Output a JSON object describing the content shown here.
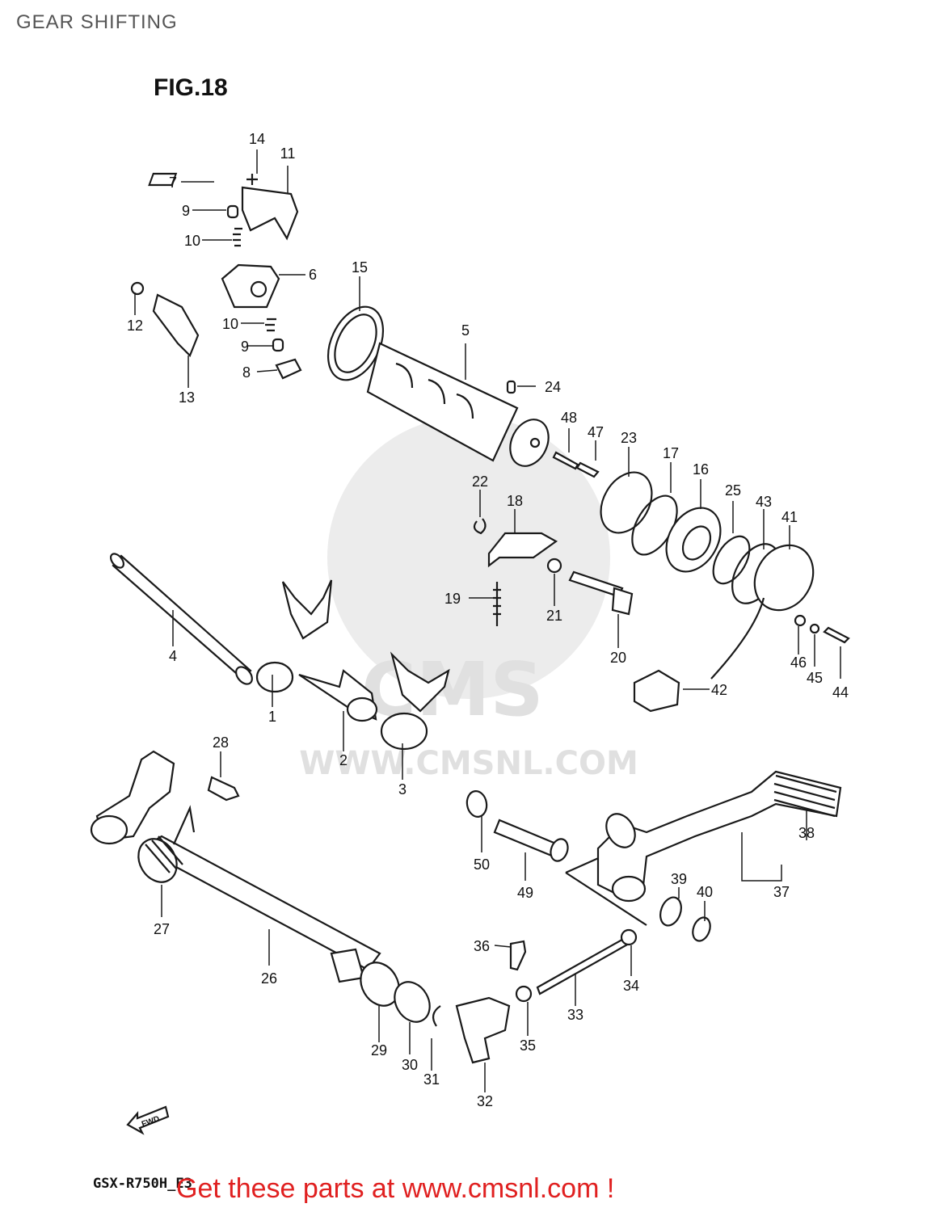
{
  "page_title": "GEAR SHIFTING",
  "figure_label": "FIG.18",
  "watermark": {
    "brand": "CMS",
    "url": "WWW.CMSNL.COM"
  },
  "fwd_label": "FWD",
  "model_code": "GSX-R750H_E3",
  "cta_text": "Get these parts at www.cmsnl.com !",
  "callouts": [
    "1",
    "2",
    "3",
    "4",
    "5",
    "6",
    "7",
    "8",
    "9",
    "9",
    "10",
    "10",
    "11",
    "12",
    "13",
    "14",
    "15",
    "16",
    "17",
    "18",
    "19",
    "20",
    "21",
    "22",
    "23",
    "24",
    "25",
    "26",
    "27",
    "28",
    "29",
    "30",
    "31",
    "32",
    "33",
    "34",
    "35",
    "36",
    "37",
    "38",
    "39",
    "40",
    "41",
    "42",
    "43",
    "44",
    "45",
    "46",
    "47",
    "48",
    "49",
    "50"
  ],
  "colors": {
    "cta": "#e02020",
    "title": "#555555",
    "lines": "#1a1a1a",
    "watermark": "#e0e0e0"
  }
}
